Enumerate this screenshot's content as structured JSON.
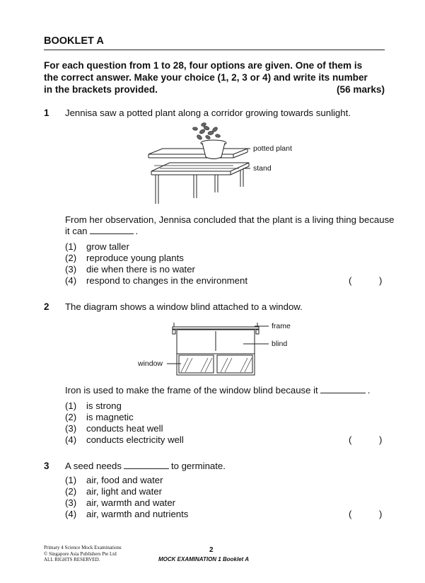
{
  "booklet_title": "BOOKLET A",
  "instructions": {
    "line1": "For each question from 1 to 28, four options are given. One of them is",
    "line2": "the correct answer. Make your choice (1, 2, 3  or 4) and write its number",
    "line3": "in the brackets provided.",
    "marks": "(56 marks)"
  },
  "questions": [
    {
      "number": "1",
      "text": "Jennisa saw a potted plant along a corridor growing towards sunlight.",
      "diagram_labels": [
        "potted plant",
        "stand"
      ],
      "stem_line1": "From her observation, Jennisa concluded that the plant is a living thing because",
      "stem_line2_before": "it can",
      "stem_line2_after": ".",
      "options": [
        {
          "num": "(1)",
          "text": "grow taller"
        },
        {
          "num": "(2)",
          "text": "reproduce young plants"
        },
        {
          "num": "(3)",
          "text": "die when there is no water"
        },
        {
          "num": "(4)",
          "text": "respond to changes in the environment"
        }
      ],
      "bracket_open": "(",
      "bracket_close": ")"
    },
    {
      "number": "2",
      "text": "The diagram shows a window blind attached to a window.",
      "diagram_labels": [
        "frame",
        "blind",
        "window"
      ],
      "stem_before": "Iron is used to make the frame of the window blind because it",
      "stem_after": ".",
      "options": [
        {
          "num": "(1)",
          "text": "is strong"
        },
        {
          "num": "(2)",
          "text": "is magnetic"
        },
        {
          "num": "(3)",
          "text": "conducts heat well"
        },
        {
          "num": "(4)",
          "text": "conducts electricity well"
        }
      ],
      "bracket_open": "(",
      "bracket_close": ")"
    },
    {
      "number": "3",
      "text_before": "A seed needs",
      "text_after": "to germinate.",
      "options": [
        {
          "num": "(1)",
          "text": "air, food and water"
        },
        {
          "num": "(2)",
          "text": "air, light and water"
        },
        {
          "num": "(3)",
          "text": "air, warmth and water"
        },
        {
          "num": "(4)",
          "text": "air, warmth and nutrients"
        }
      ],
      "bracket_open": "(",
      "bracket_close": ")"
    }
  ],
  "footer": {
    "left_line1": "Primary 4 Science Mock Examinations",
    "left_line2": "© Singapore Asia Publishers Pte Ltd",
    "left_line3": "ALL RIGHTS RESERVED.",
    "page_number": "2",
    "exam_title": "MOCK EXAMINATION 1  Booklet A"
  }
}
